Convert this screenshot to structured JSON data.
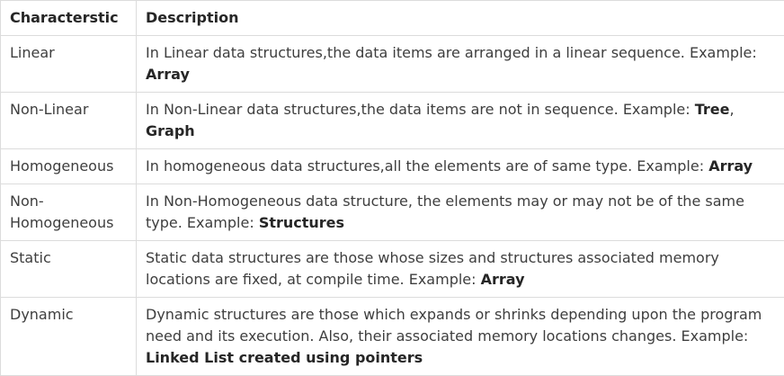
{
  "table": {
    "columns": [
      {
        "label": "Characterstic"
      },
      {
        "label": "Description"
      }
    ],
    "rows": [
      {
        "characteristic": "Linear",
        "description_parts": [
          {
            "text": "In Linear data structures,the data items are arranged in a linear sequence. Example: ",
            "bold": false
          },
          {
            "text": "Array",
            "bold": true
          }
        ]
      },
      {
        "characteristic": "Non-Linear",
        "description_parts": [
          {
            "text": "In Non-Linear data structures,the data items are not in sequence. Example: ",
            "bold": false
          },
          {
            "text": "Tree",
            "bold": true
          },
          {
            "text": ", ",
            "bold": false
          },
          {
            "text": "Graph",
            "bold": true
          }
        ]
      },
      {
        "characteristic": "Homogeneous",
        "description_parts": [
          {
            "text": "In homogeneous data structures,all the elements are of same type. Example: ",
            "bold": false
          },
          {
            "text": "Array",
            "bold": true
          }
        ]
      },
      {
        "characteristic": "Non-Homogeneous",
        "description_parts": [
          {
            "text": "In Non-Homogeneous data structure, the elements may or may not be of the same type. Example: ",
            "bold": false
          },
          {
            "text": "Structures",
            "bold": true
          }
        ]
      },
      {
        "characteristic": "Static",
        "description_parts": [
          {
            "text": "Static data structures are those whose sizes and structures associated memory locations are fixed, at compile time. Example: ",
            "bold": false
          },
          {
            "text": "Array",
            "bold": true
          }
        ]
      },
      {
        "characteristic": "Dynamic",
        "description_parts": [
          {
            "text": "Dynamic structures are those which expands or shrinks depending upon the program need and its execution. Also, their associated memory locations changes. Example: ",
            "bold": false
          },
          {
            "text": "Linked List created using pointers",
            "bold": true
          }
        ]
      }
    ]
  },
  "colors": {
    "border": "#dcdcdc",
    "body_text": "#3e3e3e",
    "header_text": "#262626",
    "background": "#ffffff"
  }
}
